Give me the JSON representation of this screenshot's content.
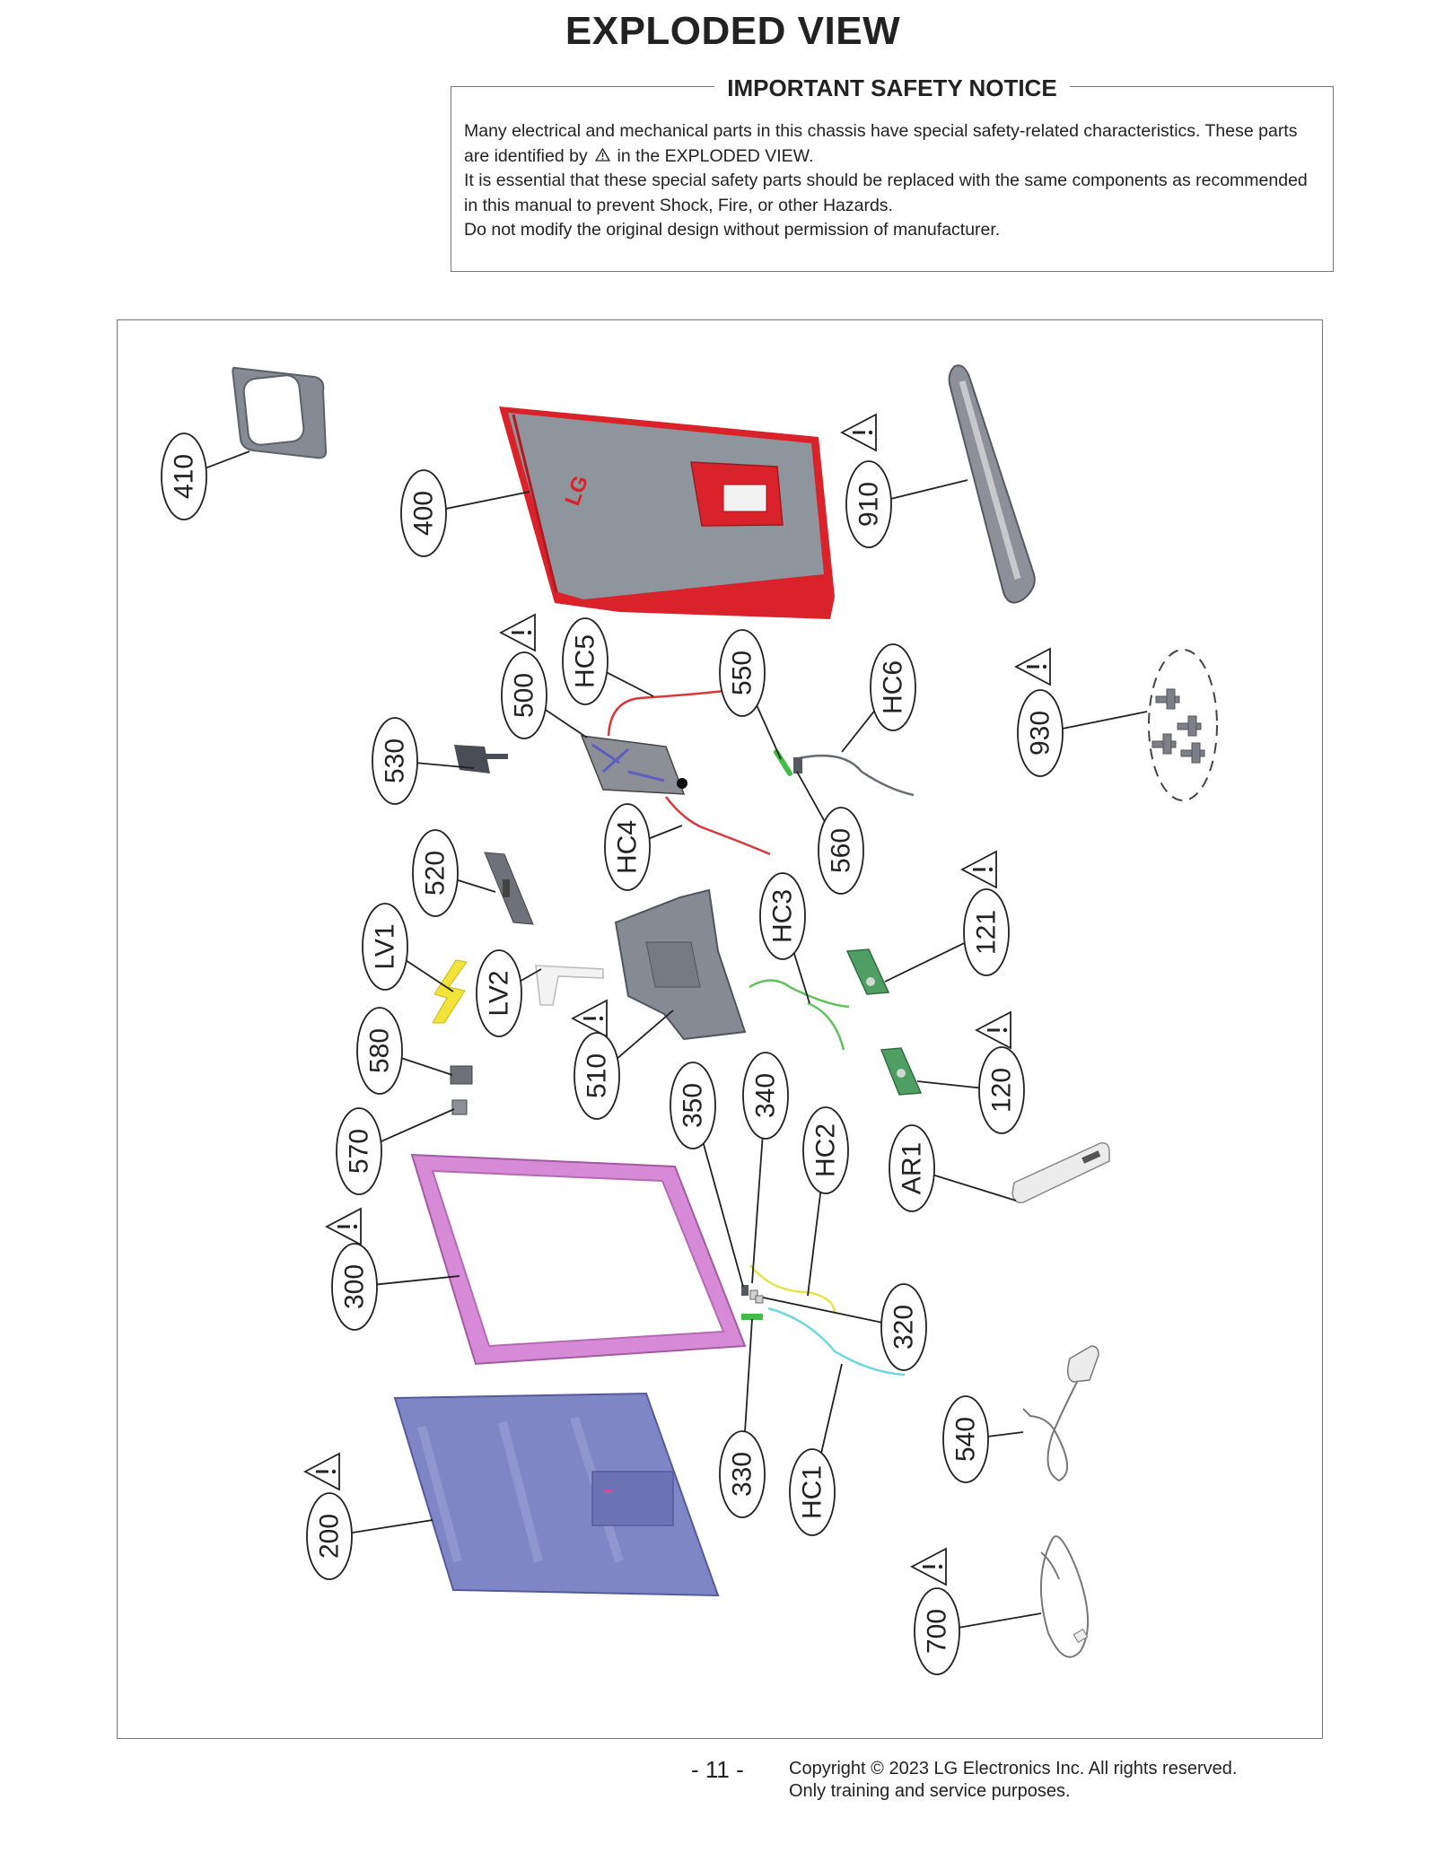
{
  "page": {
    "title": "EXPLODED VIEW",
    "page_number": "- 11 -",
    "copyright_line1": "Copyright © 2023 LG Electronics Inc. All rights reserved.",
    "copyright_line2": "Only training and service purposes."
  },
  "notice": {
    "heading": "IMPORTANT SAFETY NOTICE",
    "line1": "Many electrical and mechanical parts in this chassis have special safety-related characteristics. These parts",
    "line2a": "are identified by",
    "line2b": "in the EXPLODED VIEW.",
    "line3": "It is essential that these special safety parts should be replaced with the same components as recommended",
    "line4": "in this manual to prevent Shock, Fire, or other Hazards.",
    "line5": "Do not modify the original design without permission of manufacturer."
  },
  "logo_text": "LG",
  "callouts": [
    {
      "id": "c410",
      "label": "410",
      "safety": false
    },
    {
      "id": "c400",
      "label": "400",
      "safety": false
    },
    {
      "id": "c910",
      "label": "910",
      "safety": true
    },
    {
      "id": "c500",
      "label": "500",
      "safety": true
    },
    {
      "id": "cHC5",
      "label": "HC5",
      "safety": false
    },
    {
      "id": "c550",
      "label": "550",
      "safety": false
    },
    {
      "id": "cHC6",
      "label": "HC6",
      "safety": false
    },
    {
      "id": "c930",
      "label": "930",
      "safety": true
    },
    {
      "id": "c530",
      "label": "530",
      "safety": false
    },
    {
      "id": "cHC4",
      "label": "HC4",
      "safety": false
    },
    {
      "id": "c560",
      "label": "560",
      "safety": false
    },
    {
      "id": "c520",
      "label": "520",
      "safety": false
    },
    {
      "id": "cHC3",
      "label": "HC3",
      "safety": false
    },
    {
      "id": "c121",
      "label": "121",
      "safety": true
    },
    {
      "id": "cLV1",
      "label": "LV1",
      "safety": false
    },
    {
      "id": "cLV2",
      "label": "LV2",
      "safety": false
    },
    {
      "id": "c510",
      "label": "510",
      "safety": true
    },
    {
      "id": "c580",
      "label": "580",
      "safety": false
    },
    {
      "id": "c120",
      "label": "120",
      "safety": true
    },
    {
      "id": "c350",
      "label": "350",
      "safety": false
    },
    {
      "id": "c340",
      "label": "340",
      "safety": false
    },
    {
      "id": "cHC2",
      "label": "HC2",
      "safety": false
    },
    {
      "id": "cAR1",
      "label": "AR1",
      "safety": false
    },
    {
      "id": "c570",
      "label": "570",
      "safety": false
    },
    {
      "id": "c300",
      "label": "300",
      "safety": true
    },
    {
      "id": "c320",
      "label": "320",
      "safety": false
    },
    {
      "id": "c540",
      "label": "540",
      "safety": false
    },
    {
      "id": "c330",
      "label": "330",
      "safety": false
    },
    {
      "id": "cHC1",
      "label": "HC1",
      "safety": false
    },
    {
      "id": "c200",
      "label": "200",
      "safety": true
    },
    {
      "id": "c700",
      "label": "700",
      "safety": true
    }
  ],
  "colors": {
    "cover": "#d9222a",
    "cover_panel": "#8f959c",
    "middle_frame": "#d78ad6",
    "panel": "#7f86c6",
    "pcb": "#4f9e63",
    "part_gray": "#7d8088",
    "lv1_cable": "#f2e23a",
    "wire_red": "#d9373a",
    "wire_green": "#61c25d",
    "wire_yellow": "#e8e24a",
    "wire_cyan": "#6fd8de"
  }
}
